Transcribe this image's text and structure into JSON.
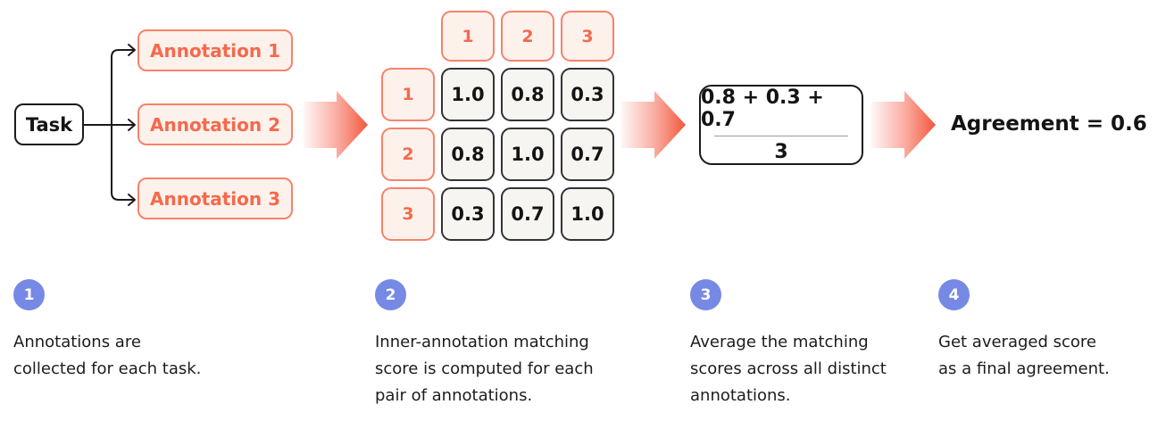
{
  "diagram": {
    "task": {
      "label": "Task"
    },
    "annotations": {
      "a1": "Annotation 1",
      "a2": "Annotation 2",
      "a3": "Annotation 3"
    },
    "matrix": {
      "col_headers": [
        "1",
        "2",
        "3"
      ],
      "row_headers": [
        "1",
        "2",
        "3"
      ],
      "cells": [
        [
          "1.0",
          "0.8",
          "0.3"
        ],
        [
          "0.8",
          "1.0",
          "0.7"
        ],
        [
          "0.3",
          "0.7",
          "1.0"
        ]
      ]
    },
    "fraction": {
      "numerator": "0.8 + 0.3 + 0.7",
      "denominator": "3"
    },
    "result_label": "Agreement = 0.6"
  },
  "steps": [
    {
      "number": "1",
      "lines": [
        "Annotations are",
        "collected for each task."
      ]
    },
    {
      "number": "2",
      "lines": [
        "Inner-annotation matching",
        "score is computed for each",
        "pair of annotations."
      ]
    },
    {
      "number": "3",
      "lines": [
        "Average the matching",
        "scores across all distinct",
        "annotations."
      ]
    },
    {
      "number": "4",
      "lines": [
        "Get averaged score",
        "as a final agreement."
      ]
    }
  ],
  "colors": {
    "coral_text": "#F5694C",
    "coral_border": "#F8826B",
    "coral_fill": "#FDF1EC",
    "data_cell_fill": "#F7F5F2",
    "data_cell_border": "#333333",
    "ink": "#141414",
    "step_badge_blue": "#7689E5",
    "fraction_divider": "#9B9B9B",
    "arrow_gradient_end": "#F4614A"
  }
}
